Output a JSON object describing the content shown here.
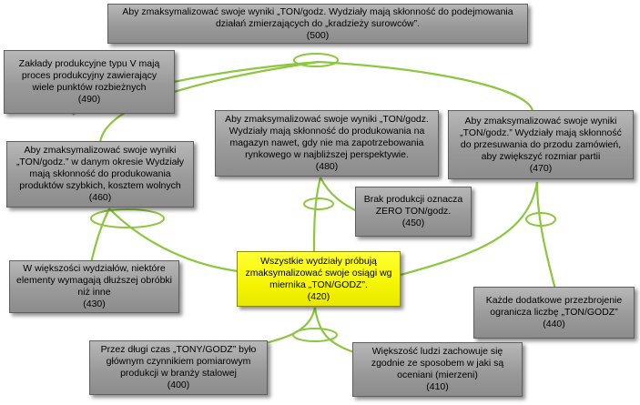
{
  "nodes": [
    {
      "id": "500",
      "text": "Aby zmaksymalizować swoje wyniki „TON/godz. Wydziały mają skłonność do podejmowania działań zmierzających do „kradzieży surowców”.",
      "code": "(500)",
      "highlight": false
    },
    {
      "id": "490",
      "text": "Zakłady produkcyjne typu V mają proces produkcyjny zawierający wiele punktów rozbieżnych",
      "code": "(490)",
      "highlight": false
    },
    {
      "id": "480",
      "text": "Aby zmaksymalizować swoje wyniki „TON/godz. Wydziały mają skłonność do produkowania na magazyn nawet, gdy nie ma zapotrzebowania rynkowego w najbliższej perspektywie.",
      "code": "(480)",
      "highlight": false
    },
    {
      "id": "470",
      "text": "Aby zmaksymalizować swoje wyniki „TON/godz.” Wydziały mają skłonność do przesuwania do przodu zamówień, aby zwiększyć rozmiar partii",
      "code": "(470)",
      "highlight": false
    },
    {
      "id": "460",
      "text": "Aby zmaksymalizować swoje wyniki „TON/godz.”  w danym okresie Wydziały mają skłonność do produkowania produktów szybkich, kosztem wolnych",
      "code": "(460)",
      "highlight": false
    },
    {
      "id": "450",
      "text": "Brak produkcji oznacza ZERO TON/godz.",
      "code": "(450)",
      "highlight": false
    },
    {
      "id": "440",
      "text": "Każde dodatkowe przezbrojenie ogranicza liczbę „TON/GODZ”",
      "code": "(440)",
      "highlight": false
    },
    {
      "id": "430",
      "text": "W większości wydziałów, niektóre elementy wymagają dłuższej obróbki niż inne",
      "code": "(430)",
      "highlight": false
    },
    {
      "id": "420",
      "text": "Wszystkie wydziały próbują zmaksymalizować swoje osiągi wg miernika „TON/GODZ”.",
      "code": "(420)",
      "highlight": true
    },
    {
      "id": "410",
      "text": "Większość ludzi zachowuje się zgodnie ze sposobem w jaki są oceniani (mierzeni)",
      "code": "(410)",
      "highlight": false
    },
    {
      "id": "400",
      "text": "Przez długi czas „TONY/GODZ” było głównym czynnikiem pomiarowym produkcji w branży stalowej",
      "code": "(400)",
      "highlight": false
    }
  ],
  "edges": [
    {
      "from": "490",
      "to": "500"
    },
    {
      "from": "460",
      "to": "500"
    },
    {
      "from": "470",
      "to": "500"
    },
    {
      "from": "420",
      "to": "480"
    },
    {
      "from": "450",
      "to": "480"
    },
    {
      "from": "420",
      "to": "470"
    },
    {
      "from": "440",
      "to": "470"
    },
    {
      "from": "420",
      "to": "460"
    },
    {
      "from": "430",
      "to": "460"
    },
    {
      "from": "400",
      "to": "420"
    },
    {
      "from": "410",
      "to": "420"
    }
  ],
  "colors": {
    "connector": "#8dc63f",
    "box_fill": "#a3a3a3",
    "highlight_fill": "#ffff00"
  }
}
